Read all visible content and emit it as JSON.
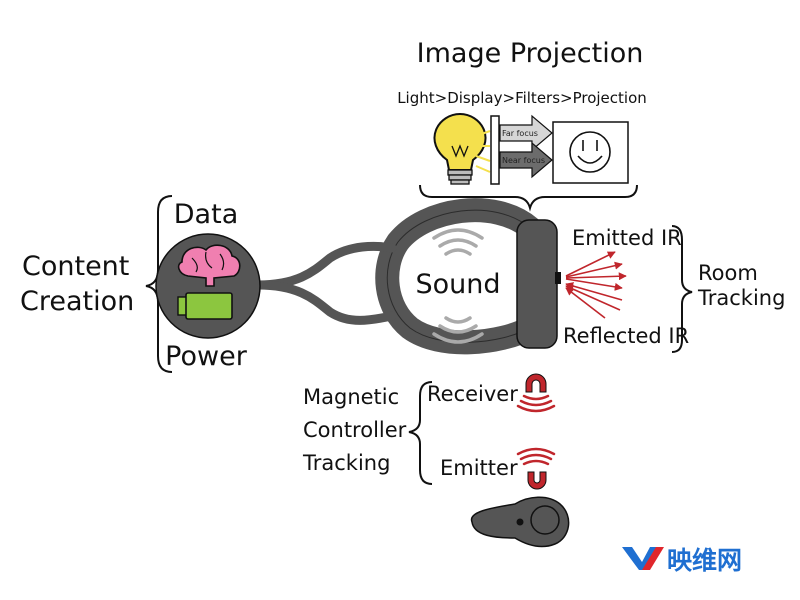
{
  "diagram": {
    "title": "Image Projection",
    "pipeline": "Light>Display>Filters>Projection",
    "far_focus": "Far focus",
    "near_focus": "Near focus",
    "content_creation_line1": "Content",
    "content_creation_line2": "Creation",
    "data": "Data",
    "power": "Power",
    "sound": "Sound",
    "emitted_ir": "Emitted IR",
    "reflected_ir": "Reflected IR",
    "room_tracking_line1": "Room",
    "room_tracking_line2": "Tracking",
    "magnetic_line1": "Magnetic",
    "magnetic_line2": "Controller",
    "magnetic_line3": "Tracking",
    "receiver": "Receiver",
    "emitter": "Emitter"
  },
  "watermark": {
    "logo_letters": "YV",
    "name": "映维网"
  },
  "colors": {
    "headset": "#555555",
    "bulb": "#f4e04d",
    "brain": "#f07fb0",
    "battery": "#8cc63f",
    "ir": "#c0262c",
    "magnet": "#c0262c",
    "logo_blue": "#1f6fd1",
    "logo_red": "#e0262c"
  }
}
